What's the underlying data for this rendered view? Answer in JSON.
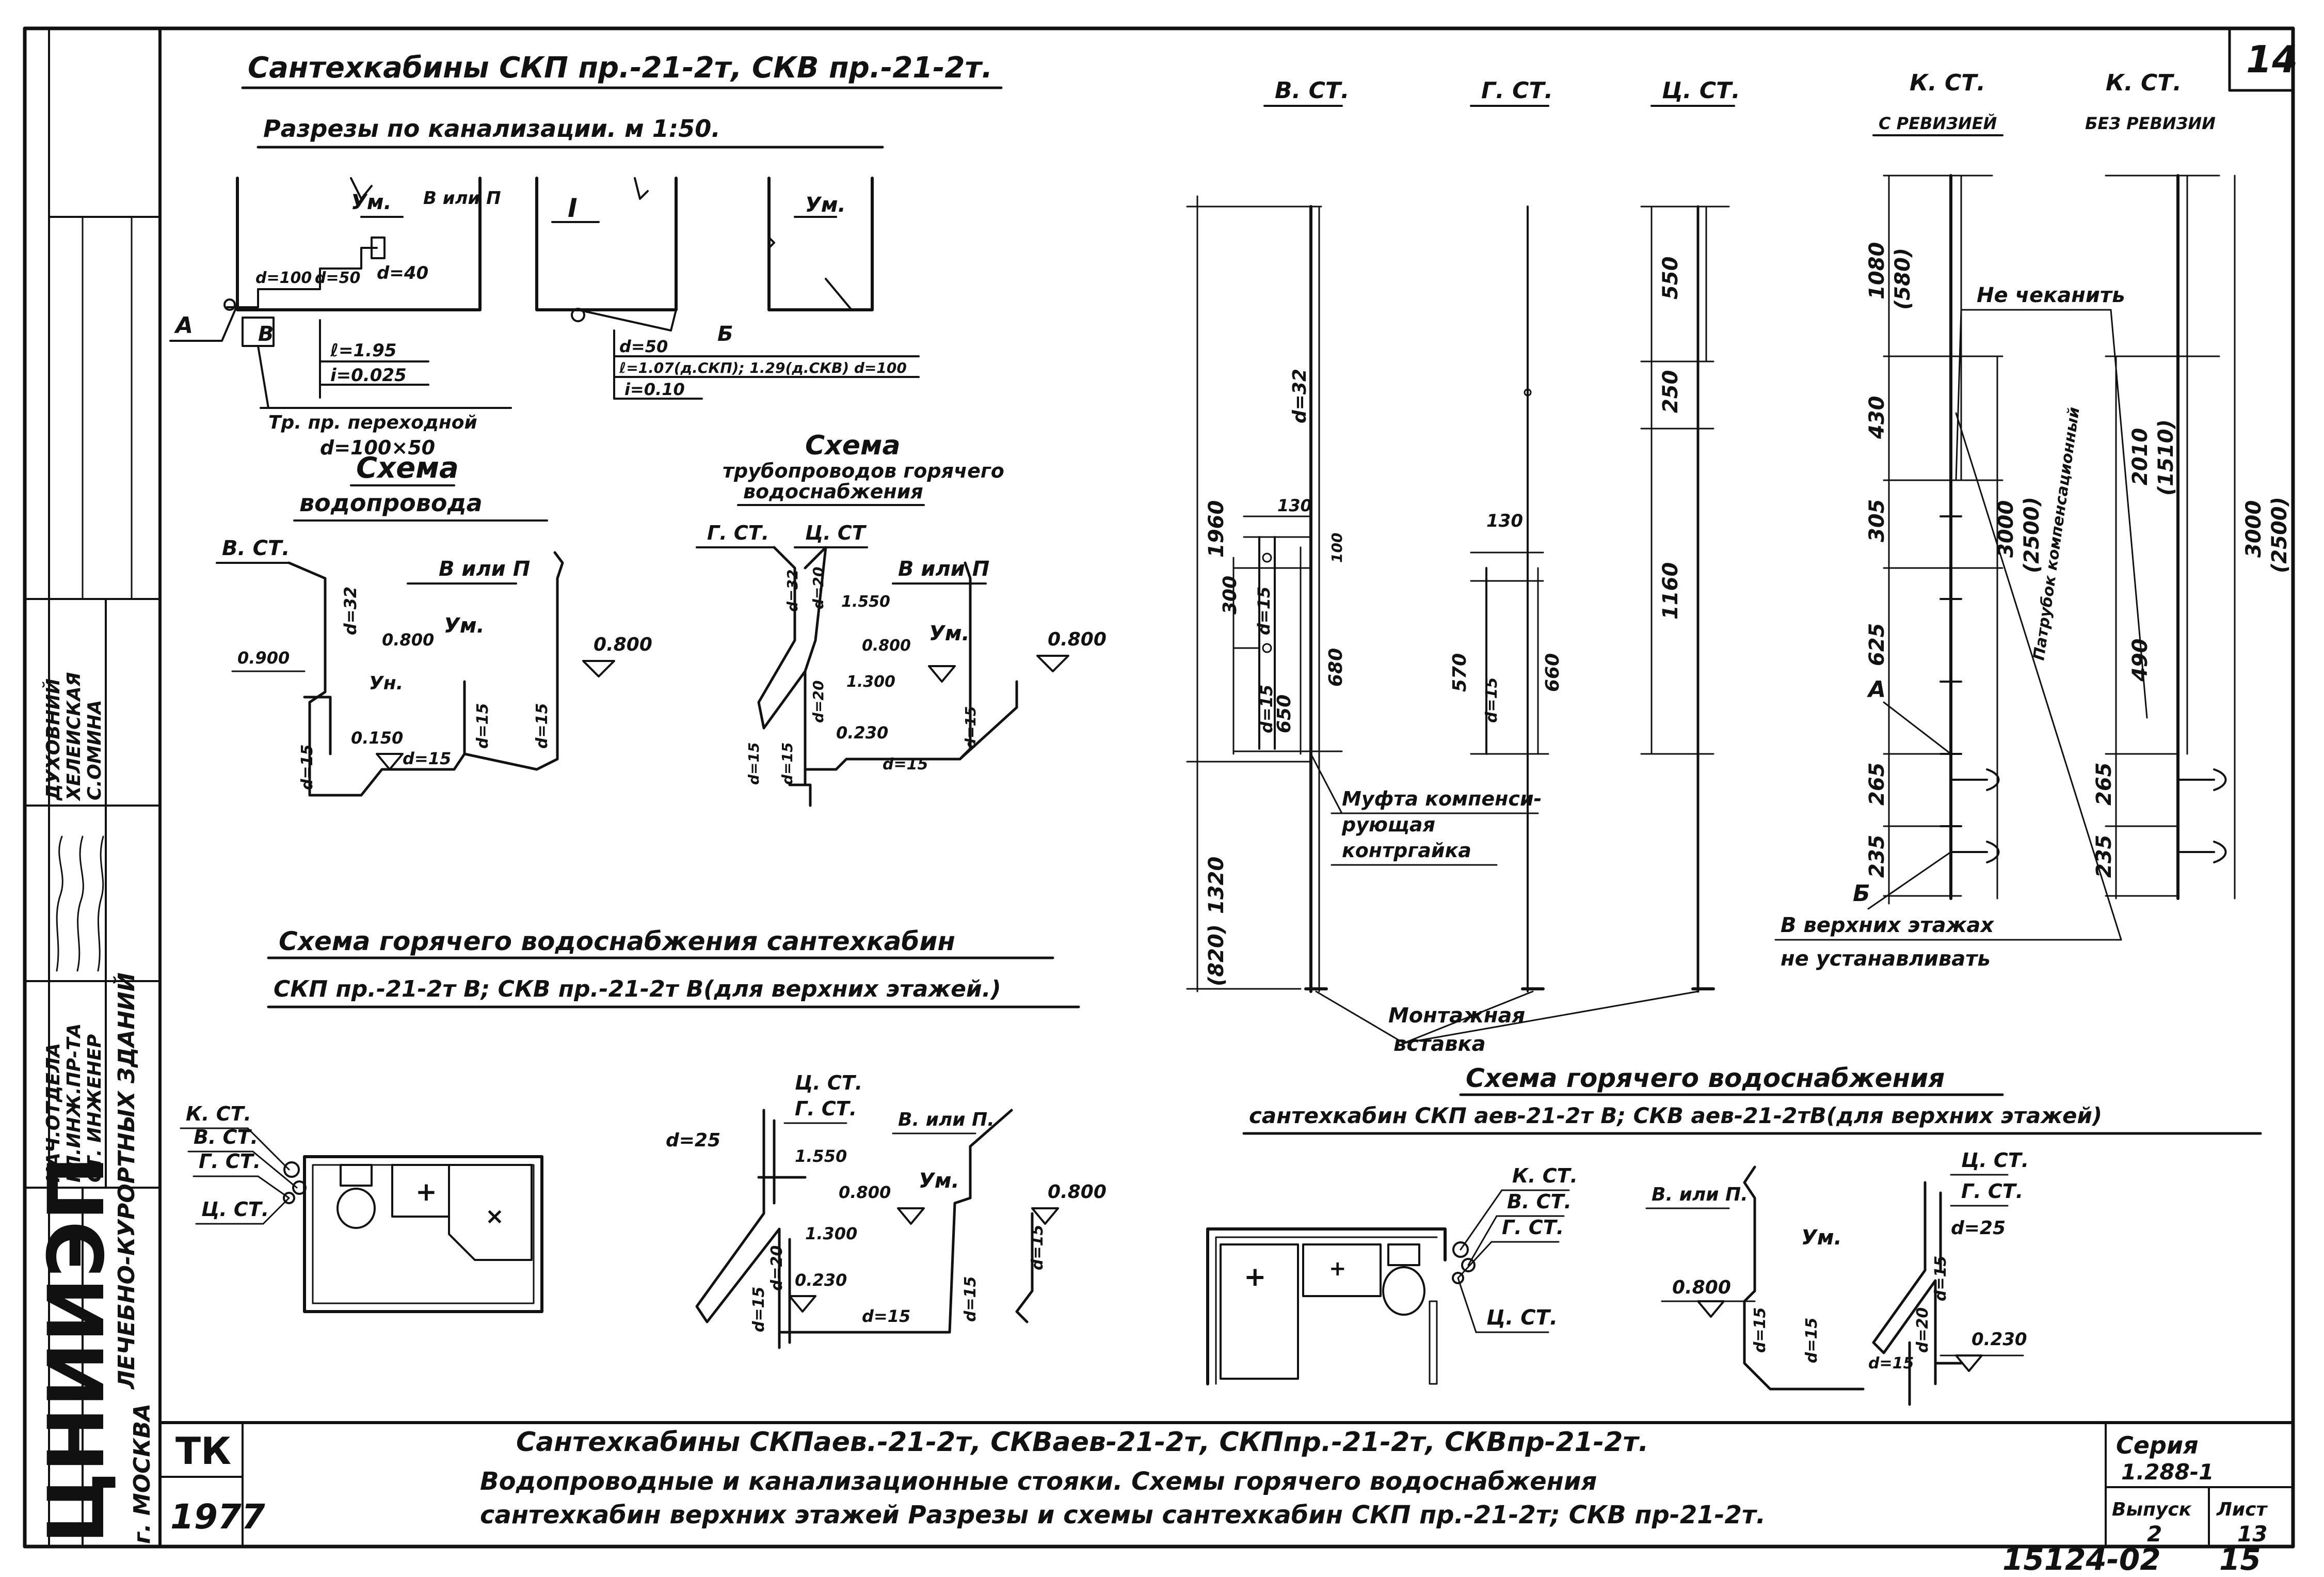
{
  "sheet_number": "14",
  "footer": {
    "code": "15124-02",
    "page": "15"
  },
  "title_block": {
    "org": "ЦНИИЭП",
    "org_full": "ЛЕЧЕБНО-КУРОРТНЫХ ЗДАНИЙ",
    "city": "г. МОСКВА",
    "roles": [
      "НАЧ.ОТДЕЛА",
      "ГЛ.ИНЖ.ПР-ТА",
      "СТ. ИНЖЕНЕР"
    ],
    "names": [
      "ДУХОВНИЙ",
      "ХЕЛЕИСКАЯ",
      "С.ОМИНА"
    ],
    "code": "ТК",
    "year": "1977",
    "title_lines": [
      "Сантехкабины СКПаев.-21-2т, СКВаев-21-2т, СКПпр.-21-2т, СКВпр-21-2т.",
      "Водопроводные и канализационные стояки. Схемы горячего водоснабжения",
      "сантехкабин верхних этажей Разрезы и схемы сантехкабин СКП пр.-21-2т; СКВ пр-21-2т."
    ],
    "series_label": "Серия",
    "series_value": "1.288-1",
    "issue_label": "Выпуск",
    "issue_value": "2",
    "sheet_label": "Лист",
    "sheet_value": "13"
  },
  "top_left": {
    "title": "Сантехкабины СКП пр.-21-2т, СКВ пр.-21-2т.",
    "subtitle": "Разрезы по канализации. м 1:50.",
    "labels": {
      "um": "Ум.",
      "v_ili_p": "В или П",
      "i": "I",
      "a": "А",
      "b": "Б",
      "v": "В",
      "d100": "d=100",
      "d50": "d=50",
      "d40": "d=40",
      "d50b": "d=50",
      "l_1": "ℓ=1.95",
      "i_1": "i=0.025",
      "l_2": "ℓ=1.07(д.СКП); 1.29(д.СКВ) d=100",
      "i_2": "i=0.10",
      "pipe_1": "Тр. пр. переходной",
      "pipe_2": "d=100×50"
    }
  },
  "water_scheme": {
    "title_1": "Схема",
    "title_2": "водопровода",
    "labels": [
      "В. СТ.",
      "В или П",
      "Ум.",
      "Ун.",
      "0.900",
      "0.800",
      "0.800",
      "0.150",
      "d=32",
      "d=15",
      "d=15",
      "d=15",
      "d=15"
    ]
  },
  "hot_scheme": {
    "title_1": "Схема",
    "title_2": "трубопроводов горячего",
    "title_3": "водоснабжения",
    "labels": [
      "Г. СТ.",
      "Ц. СТ",
      "В или П",
      "Ум.",
      "1.550",
      "1.300",
      "0.800",
      "0.800",
      "0.230",
      "d=32",
      "d=20",
      "d=20",
      "d=15",
      "d=15",
      "d=15",
      "d=15"
    ]
  },
  "risers": {
    "headers": [
      "В. СТ.",
      "Г. СТ.",
      "Ц. СТ.",
      "К. СТ.",
      "К. СТ."
    ],
    "subheaders": [
      "С РЕВИЗИЕЙ",
      "БЕЗ РЕВИЗИИ"
    ],
    "dims_v": [
      "1960",
      "1320",
      "(820)",
      "300",
      "650",
      "680",
      "130",
      "100",
      "d=32",
      "d=15"
    ],
    "dims_g": [
      "130",
      "570",
      "660",
      "d=15"
    ],
    "dims_c": [
      "550",
      "250",
      "1160"
    ],
    "dims_k1": [
      "1080",
      "(580)",
      "430",
      "305",
      "625",
      "265",
      "235",
      "3000",
      "(2500)",
      "А",
      "Б"
    ],
    "dims_k2": [
      "2010",
      "(1510)",
      "490",
      "265",
      "235",
      "3000",
      "(2500)"
    ],
    "notes": [
      "Не чеканить",
      "Патрубок компенсационный",
      "Муфта компенси-",
      "рующая",
      "контргайка",
      "Монтажная",
      "вставка",
      "В верхних этажах",
      "не устанавливать"
    ]
  },
  "hot_scheme_upper": {
    "title_1": "Схема горячего водоснабжения сантехкабин",
    "title_2": "СКП пр.-21-2т В; СКВ пр.-21-2т В(для верхних этажей.)",
    "plan_labels": [
      "К. СТ.",
      "В. СТ.",
      "Г. СТ.",
      "Ц. СТ."
    ],
    "iso_labels": [
      "Ц. СТ.",
      "Г. СТ.",
      "В. или П.",
      "Ум.",
      "1.550",
      "1.300",
      "0.800",
      "0.800",
      "0.230",
      "d=25",
      "d=20",
      "d=15",
      "d=15",
      "d=15",
      "d=15"
    ]
  },
  "hot_scheme_aev": {
    "title_1": "Схема горячего водоснабжения",
    "title_2": "сантехкабин СКП аев-21-2т В; СКВ аев-21-2тВ(для верхних этажей)",
    "plan_labels": [
      "К. СТ.",
      "В. СТ.",
      "Г. СТ.",
      "Ц. СТ."
    ],
    "iso_labels": [
      "Ц. СТ.",
      "Г. СТ.",
      "В. или П.",
      "Ум.",
      "0.800",
      "0.230",
      "d=25",
      "d=20",
      "d=15",
      "d=15",
      "d=15",
      "d=15"
    ]
  }
}
